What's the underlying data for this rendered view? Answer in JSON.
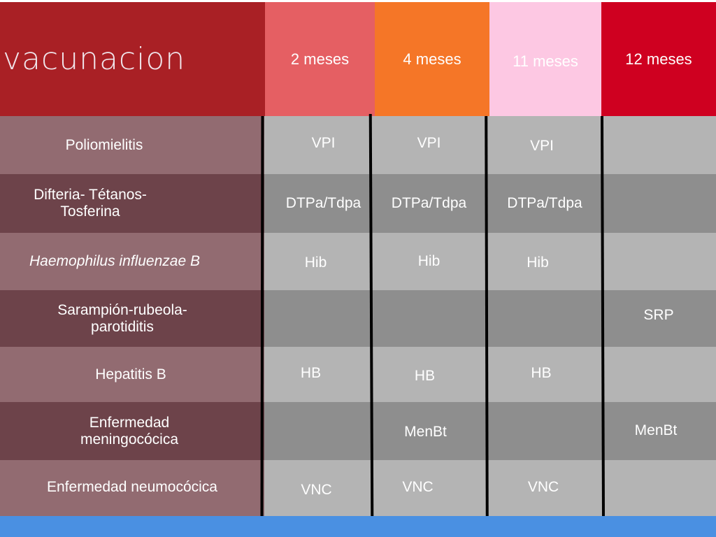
{
  "colors": {
    "title_bg": "#a92025",
    "col_2m_bg": "#e55f63",
    "col_4m_bg": "#f57627",
    "col_11m_bg": "#fdc8e3",
    "col_12m_bg": "#cf0020",
    "label_light_bg": "#926b71",
    "label_dark_bg": "#6d434a",
    "cell_light_bg": "#b4b4b4",
    "cell_dark_bg": "#8e8e8e",
    "footer_bar": "#4a90e2",
    "divider": "#000000"
  },
  "header": {
    "title": "vacunacion",
    "columns": [
      {
        "label": "2 meses"
      },
      {
        "label": "4 meses"
      },
      {
        "label": "11 meses"
      },
      {
        "label": "12 meses"
      }
    ]
  },
  "rows": [
    {
      "label": "Poliomielitis",
      "italic": false,
      "cells": [
        "VPI",
        "VPI",
        "VPI",
        ""
      ]
    },
    {
      "label_line1": "Difteria- Tétanos-",
      "label_line2": "Tosferina",
      "cells": [
        "DTPa/Tdpa",
        "DTPa/Tdpa",
        "DTPa/Tdpa",
        ""
      ]
    },
    {
      "label": "Haemophilus influenzae B",
      "italic": true,
      "cells": [
        "Hib",
        "Hib",
        "Hib",
        ""
      ]
    },
    {
      "label_line1": "Sarampión-rubeola-",
      "label_line2": "parotiditis",
      "cells": [
        "",
        "",
        "",
        "SRP"
      ]
    },
    {
      "label": "Hepatitis B",
      "cells": [
        "HB",
        "HB",
        "HB",
        ""
      ]
    },
    {
      "label_line1": "Enfermedad",
      "label_line2": "meningocócica",
      "cells": [
        "",
        "MenBt",
        "",
        "MenBt"
      ]
    },
    {
      "label": "Enfermedad neumocócica",
      "cells": [
        "VNC",
        "VNC",
        "VNC",
        ""
      ]
    }
  ]
}
